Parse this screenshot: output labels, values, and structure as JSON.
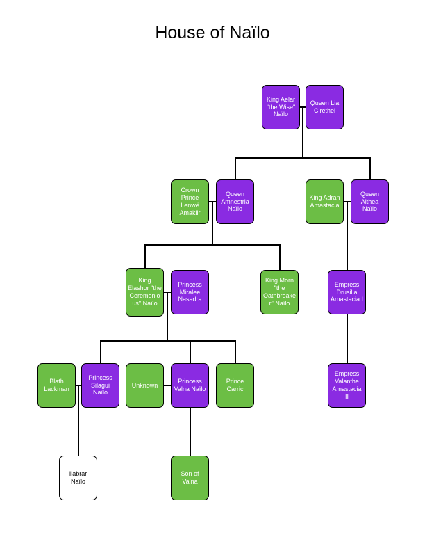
{
  "title": "House of Naïlo",
  "colors": {
    "purple": "#8A2BE2",
    "green": "#6CBE45",
    "white": "#FFFFFF",
    "line": "#000000",
    "border": "#000000",
    "background": "#FFFFFF"
  },
  "nodes": {
    "aelar": {
      "label": "King Aelar \"the Wise\" Naïlo",
      "color": "purple"
    },
    "lia": {
      "label": "Queen Lia Cirethel",
      "color": "purple"
    },
    "lenwe": {
      "label": "Crown Prince Lenwë Amakiir",
      "color": "green"
    },
    "amnestria": {
      "label": "Queen Amnestria Naïlo",
      "color": "purple"
    },
    "adran": {
      "label": "King Adran Amastacia",
      "color": "green"
    },
    "althea": {
      "label": "Queen Althea Naïlo",
      "color": "purple"
    },
    "elashor": {
      "label": "King Elashor \"the Ceremonious\" Naïlo",
      "color": "green"
    },
    "miralee": {
      "label": "Princess Miralee Nasadra",
      "color": "purple"
    },
    "morn": {
      "label": "King Morn \"the Oathbreaker\" Naïlo",
      "color": "green"
    },
    "drusilia": {
      "label": "Empress Drusilia Amastacia I",
      "color": "purple"
    },
    "blath": {
      "label": "Blath Lackman",
      "color": "green"
    },
    "silagui": {
      "label": "Princess Silagui Naïlo",
      "color": "purple"
    },
    "unknown": {
      "label": "Unknown",
      "color": "green"
    },
    "valna": {
      "label": "Princess Valna Naïlo",
      "color": "purple"
    },
    "carric": {
      "label": "Prince Carric",
      "color": "green"
    },
    "valanthe": {
      "label": "Empress Valanthe Amastacia II",
      "color": "purple"
    },
    "ilabrar": {
      "label": "Ilabrar Naïlo",
      "color": "white"
    },
    "son_of_valna": {
      "label": "Son of Valna",
      "color": "green"
    }
  }
}
